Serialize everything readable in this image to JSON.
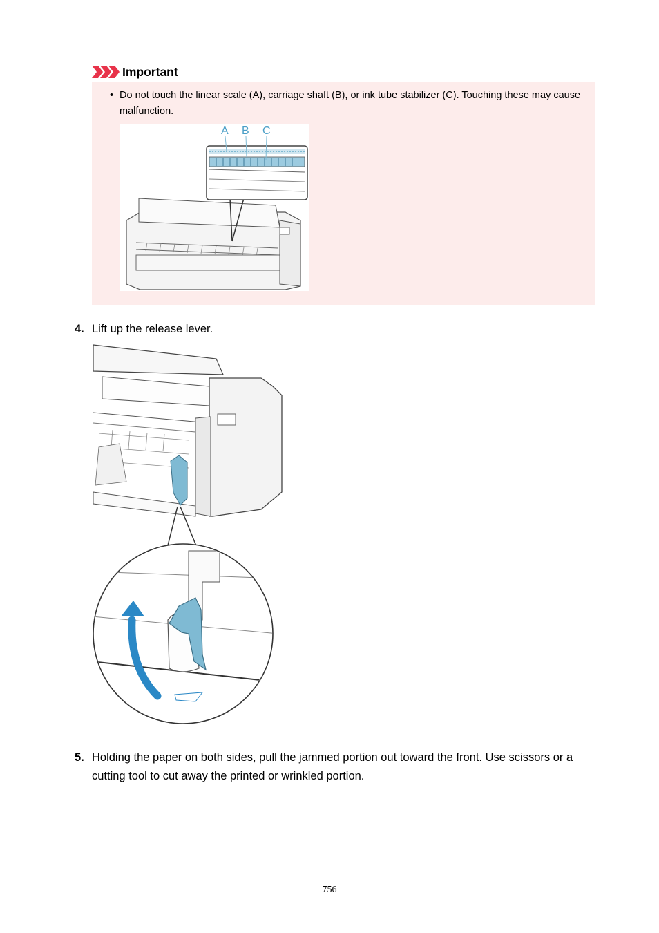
{
  "important": {
    "heading": "Important",
    "bullet_marker": "•",
    "bullet_text": "Do not touch the linear scale (A), carriage shaft (B), or ink tube stabilizer (C). Touching these may cause malfunction.",
    "figure_labels": [
      "A",
      "B",
      "C"
    ]
  },
  "steps": [
    {
      "number": "4.",
      "text": "Lift up the release lever."
    },
    {
      "number": "5.",
      "text": "Holding the paper on both sides, pull the jammed portion out toward the front. Use scissors or a cutting tool to cut away the printed or wrinkled portion."
    }
  ],
  "page_number": "756",
  "colors": {
    "important_accent": "#e8334a",
    "important_background": "#fdeceb",
    "highlight_blue": "#7fbad3",
    "arrow_blue": "#2a88c6"
  }
}
